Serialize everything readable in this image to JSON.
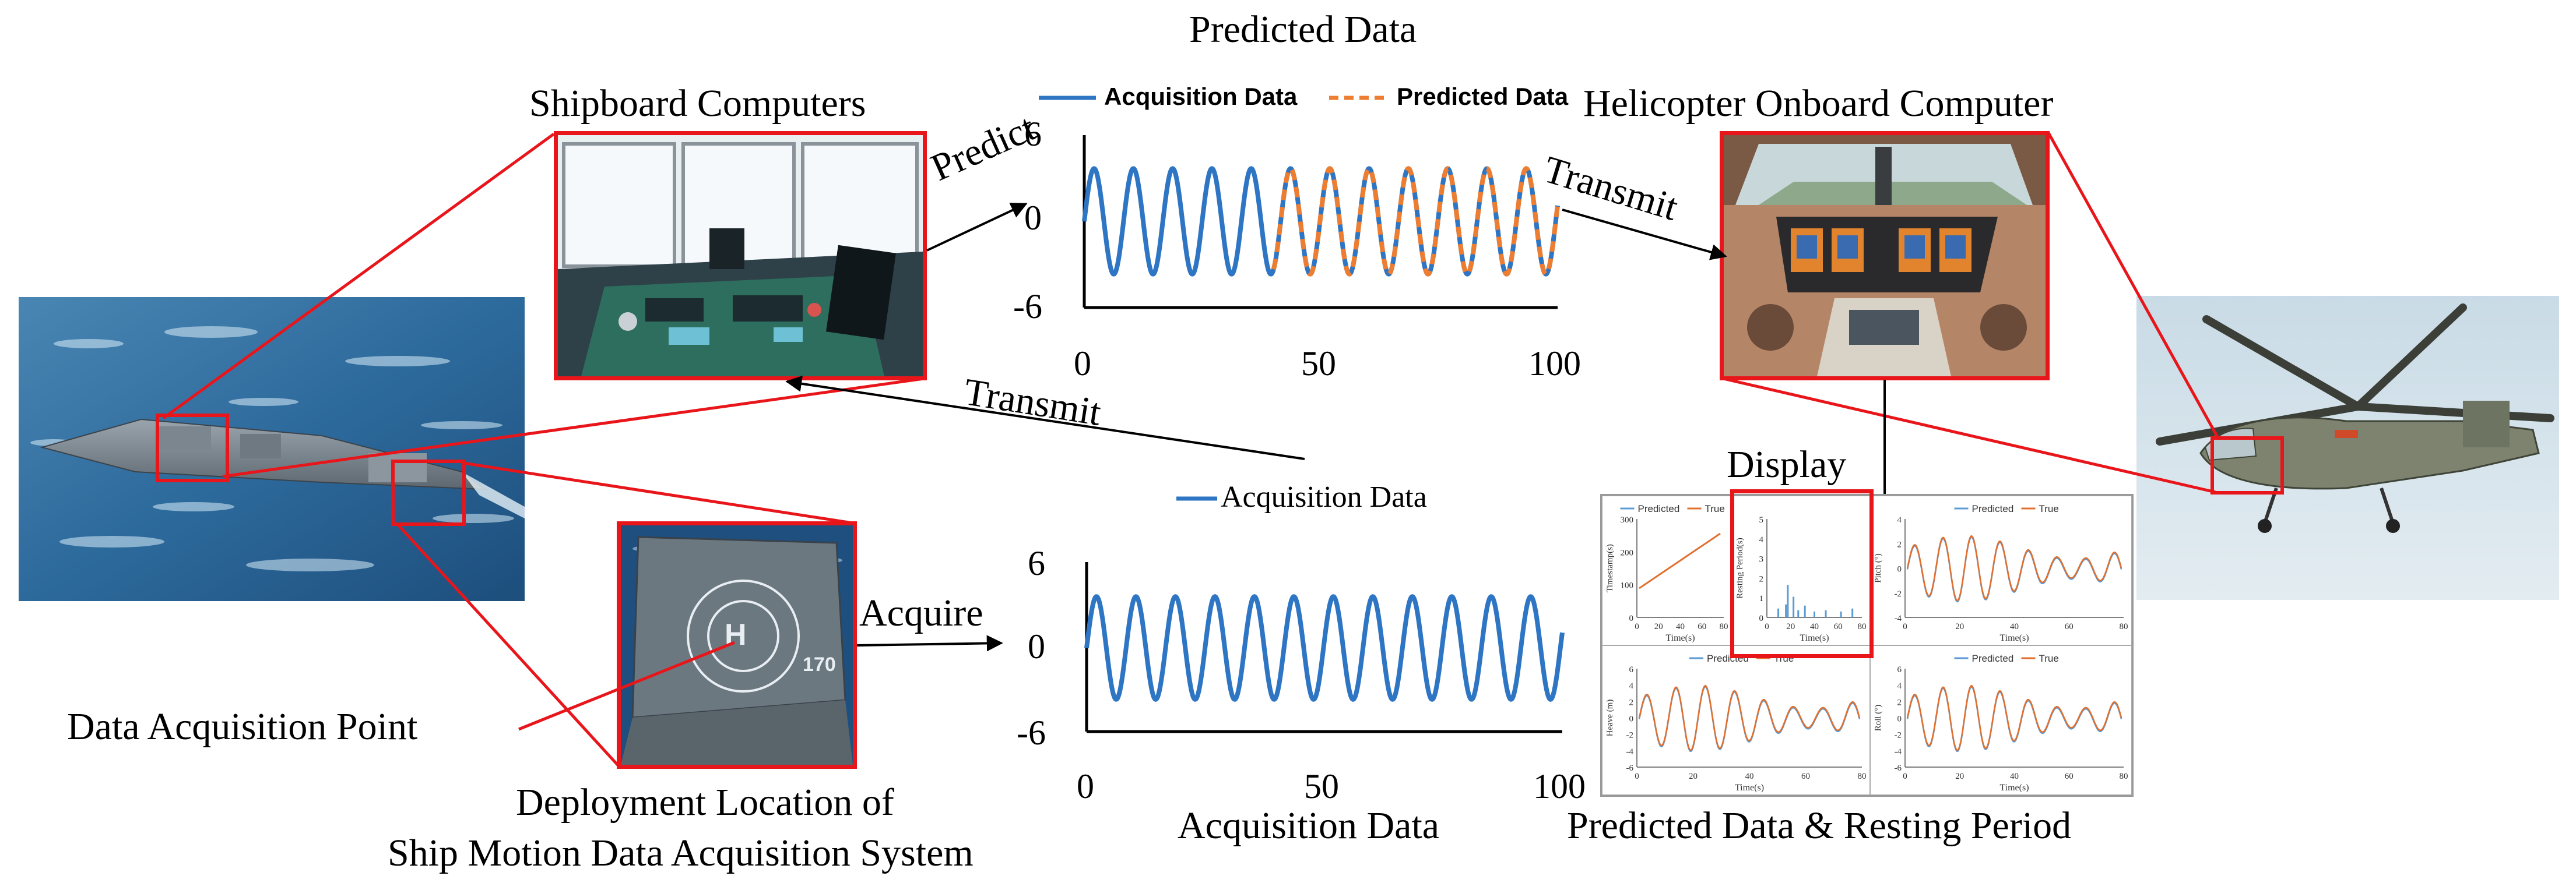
{
  "labels": {
    "predicted_data_title": "Predicted Data",
    "shipboard_computers": "Shipboard Computers",
    "helicopter_onboard_computer": "Helicopter Onboard Computer",
    "predict": "Predict",
    "transmit_top": "Transmit",
    "transmit_middle": "Transmit",
    "acquire": "Acquire",
    "display": "Display",
    "data_acquisition_point": "Data Acquisition Point",
    "deployment_line1": "Deployment Location of",
    "deployment_line2": "Ship Motion Data Acquisition System",
    "acquisition_data_title": "Acquisition Data",
    "predicted_resting_title": "Predicted Data & Resting Period"
  },
  "colors": {
    "highlight_red": "#e8151a",
    "acquisition_blue": "#2e75c4",
    "predicted_orange": "#ed7d31",
    "mini_true": "#e07030",
    "mini_pred": "#5b9bd5"
  },
  "chart_data": [
    {
      "type": "line",
      "name": "predicted-chart",
      "legend": [
        "Acquisition Data",
        "Predicted Data"
      ],
      "xlim": [
        0,
        100
      ],
      "ylim": [
        -6,
        6
      ],
      "xticks": [
        "0",
        "50",
        "100"
      ],
      "yticks": [
        "6",
        "0",
        "-6"
      ],
      "series": [
        {
          "name": "Acquisition Data",
          "amplitude": 4,
          "period": 8.3,
          "x_start": 0,
          "x_end": 40
        },
        {
          "name": "Predicted Data",
          "amplitude": 4,
          "period": 8.3,
          "x_start": 40,
          "x_end": 100
        }
      ]
    },
    {
      "type": "line",
      "name": "acquisition-chart",
      "legend": [
        "Acquisition Data"
      ],
      "xlim": [
        0,
        100
      ],
      "ylim": [
        -6,
        6
      ],
      "xticks": [
        "0",
        "50",
        "100"
      ],
      "yticks": [
        "6",
        "0",
        "-6"
      ],
      "series": [
        {
          "name": "Acquisition Data",
          "amplitude": 4,
          "period": 8.3,
          "x_start": 0,
          "x_end": 100
        }
      ]
    }
  ],
  "mini_panels": [
    {
      "legend": [
        "Predicted",
        "True"
      ],
      "ylabel": "Timestamp(s)",
      "xlabel": "Time(s)",
      "yticks": [
        "300",
        "200",
        "100",
        "0"
      ],
      "xticks": [
        "0",
        "20",
        "40",
        "60",
        "80"
      ]
    },
    {
      "legend": [],
      "ylabel": "Resting Period(s)",
      "xlabel": "Time(s)",
      "yticks": [
        "5",
        "4",
        "3",
        "2",
        "1",
        "0"
      ],
      "xticks": [
        "0",
        "20",
        "40",
        "60",
        "80"
      ]
    },
    {
      "legend": [
        "Predicted",
        "True"
      ],
      "ylabel": "Pitch (°)",
      "xlabel": "Time(s)",
      "yticks": [
        "4",
        "2",
        "0",
        "-2",
        "-4"
      ],
      "xticks": [
        "0",
        "20",
        "40",
        "60",
        "80"
      ]
    },
    {
      "legend": [
        "Predicted",
        "True"
      ],
      "ylabel": "Heave (m)",
      "xlabel": "Time(s)",
      "yticks": [
        "6",
        "4",
        "2",
        "0",
        "-2",
        "-4",
        "-6"
      ],
      "xticks": [
        "0",
        "20",
        "40",
        "60",
        "80"
      ]
    },
    {
      "legend": [
        "Predicted",
        "True"
      ],
      "ylabel": "Roll (°)",
      "xlabel": "Time(s)",
      "yticks": [
        "6",
        "4",
        "2",
        "0",
        "-2",
        "-4",
        "-6"
      ],
      "xticks": [
        "0",
        "20",
        "40",
        "60",
        "80"
      ]
    }
  ]
}
